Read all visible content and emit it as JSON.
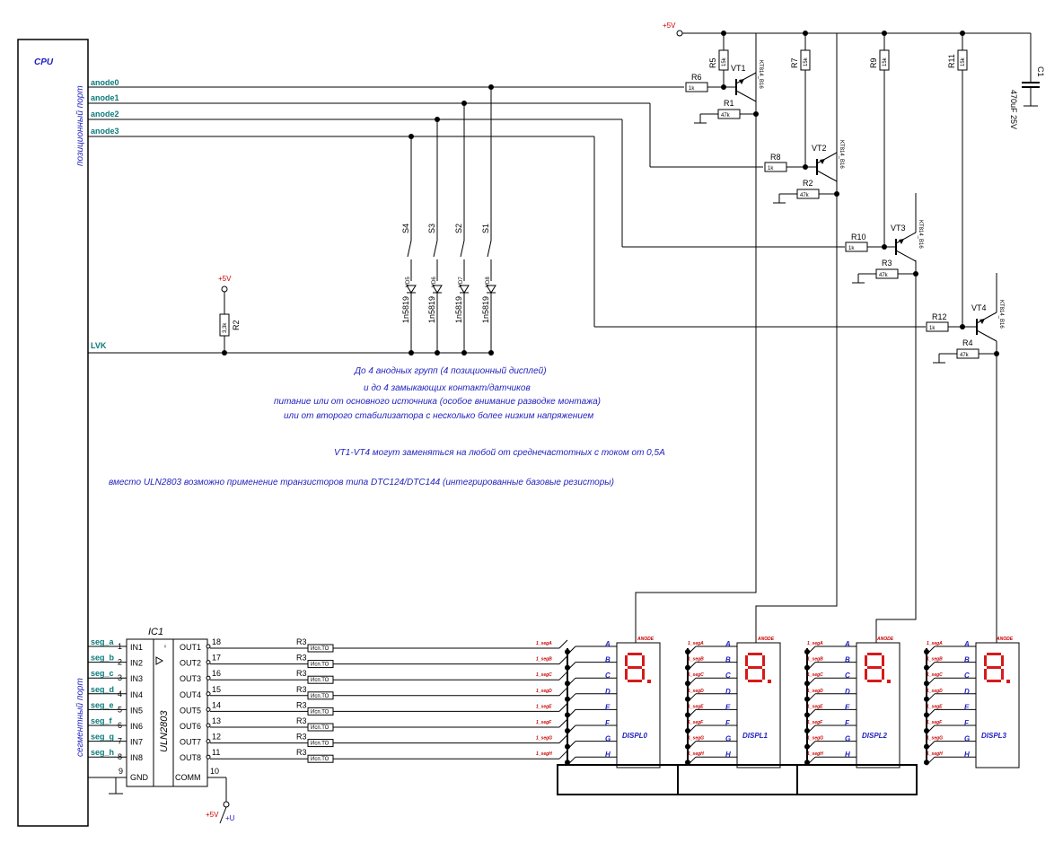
{
  "cpu": {
    "label": "CPU",
    "pos_port": "позиционный порт",
    "seg_port": "сегментный порт"
  },
  "anodes": [
    "anode0",
    "anode1",
    "anode2",
    "anode3"
  ],
  "lvk": "LVK",
  "seg_pins": [
    "seg_a",
    "seg_b",
    "seg_c",
    "seg_d",
    "seg_e",
    "seg_f",
    "seg_g",
    "seg_h"
  ],
  "cpu_pin_nums": [
    "1",
    "2",
    "3",
    "4",
    "5",
    "6",
    "7",
    "8"
  ],
  "power": {
    "p5v": "+5V",
    "pu": "+U"
  },
  "ic": {
    "name": "IC1",
    "part": "ULN2803",
    "inputs": [
      "IN1",
      "IN2",
      "IN3",
      "IN4",
      "IN5",
      "IN6",
      "IN7",
      "IN8"
    ],
    "outputs": [
      "OUT1",
      "OUT2",
      "OUT3",
      "OUT4",
      "OUT5",
      "OUT6",
      "OUT7",
      "OUT8"
    ],
    "out_pins": [
      "18",
      "17",
      "16",
      "15",
      "14",
      "13",
      "12",
      "11"
    ],
    "gnd": "GND",
    "gnd_pin": "9",
    "comm": "COMM",
    "comm_pin": "10"
  },
  "seg_resistor": {
    "name": "R3",
    "value": "Исп.ТО"
  },
  "switches": [
    {
      "sw": "S4",
      "diode": "VD5",
      "part": "1n5819"
    },
    {
      "sw": "S3",
      "diode": "VD6",
      "part": "1n5819"
    },
    {
      "sw": "S2",
      "diode": "VD7",
      "part": "1n5819"
    },
    {
      "sw": "S1",
      "diode": "VD8",
      "part": "1n5819"
    }
  ],
  "pullup": {
    "name": "R2",
    "value": "3,3k"
  },
  "transistors": [
    {
      "vt": "VT1",
      "part": "KT814_B16",
      "rb": "R6",
      "rb_val": "1k",
      "rp": "R5",
      "rp_val": "15k",
      "rl": "R1",
      "rl_val": "47k"
    },
    {
      "vt": "VT2",
      "part": "KT814_B16",
      "rb": "R8",
      "rb_val": "1k",
      "rp": "R7",
      "rp_val": "15k",
      "rl": "R2",
      "rl_val": "47k"
    },
    {
      "vt": "VT3",
      "part": "KT814_B16",
      "rb": "R10",
      "rb_val": "1k",
      "rp": "R9",
      "rp_val": "15k",
      "rl": "R3",
      "rl_val": "47k"
    },
    {
      "vt": "VT4",
      "part": "KT814_B16",
      "rb": "R12",
      "rb_val": "1k",
      "rp": "R11",
      "rp_val": "15k",
      "rl": "R4",
      "rl_val": "47k"
    }
  ],
  "cap": {
    "name": "C1",
    "value": "470uF 25V"
  },
  "notes": [
    "До 4 анодных групп (4 позиционный дисплей)",
    "и до 4 замыкающих контакт/датчиков",
    "питание или от основного источника (особое внимание разводке монтажа)",
    "или от второго стабилизатора с несколько более низким напряжением",
    "VT1-VT4 могут заменяться на любой от среднечастотных с током от 0,5А",
    "вместо ULN2803 возможно применение транзисторов типа DTC124/DTC144 (интегрированные базовые резисторы)"
  ],
  "displays": [
    "DISPL0",
    "DISPL1",
    "DISPL2",
    "DISPL3"
  ],
  "display_anode": "ANODE",
  "display_pins": [
    "A",
    "B",
    "C",
    "D",
    "E",
    "F",
    "G",
    "H"
  ],
  "display_nets": [
    "1_segA",
    "1_segB",
    "1_segC",
    "1_segD",
    "1_segE",
    "1_segF",
    "1_segG",
    "1_segH"
  ]
}
